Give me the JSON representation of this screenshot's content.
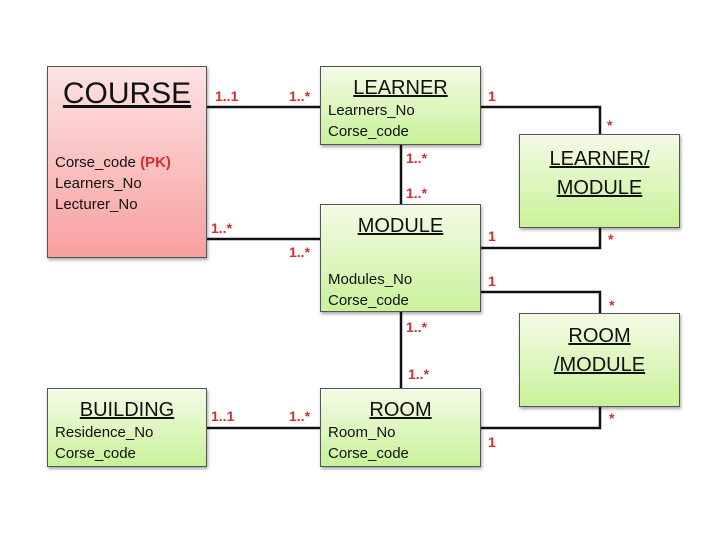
{
  "entities": {
    "course": {
      "title": "COURSE",
      "attrs": [
        "Corse_code",
        "Learners_No",
        "Lecturer_No"
      ],
      "pk": "(PK)"
    },
    "learner": {
      "title": "LEARNER",
      "attrs": [
        "Learners_No",
        "Corse_code"
      ]
    },
    "learner_module": {
      "title_line1": "LEARNER/",
      "title_line2": "MODULE"
    },
    "module": {
      "title": "MODULE",
      "attrs": [
        "Modules_No",
        "Corse_code"
      ]
    },
    "room_module": {
      "title_line1": "ROOM",
      "title_line2": "/MODULE"
    },
    "building": {
      "title": "BUILDING",
      "attrs": [
        "Residence_No",
        "Corse_code"
      ]
    },
    "room": {
      "title": "ROOM",
      "attrs": [
        "Room_No",
        "Corse_code"
      ]
    }
  },
  "cardinalities": [
    "1..1",
    "1..*",
    "1..*",
    "1..*",
    "1",
    "*",
    "1..*",
    "1..*",
    "1",
    "*",
    "1",
    "*",
    "1..*",
    "1..*",
    "1..1",
    "1..*",
    "1",
    "*"
  ],
  "colors": {
    "label": "#d0302f",
    "entity_fill": "#c9f29a",
    "course_fill": "#f7a0a0"
  }
}
